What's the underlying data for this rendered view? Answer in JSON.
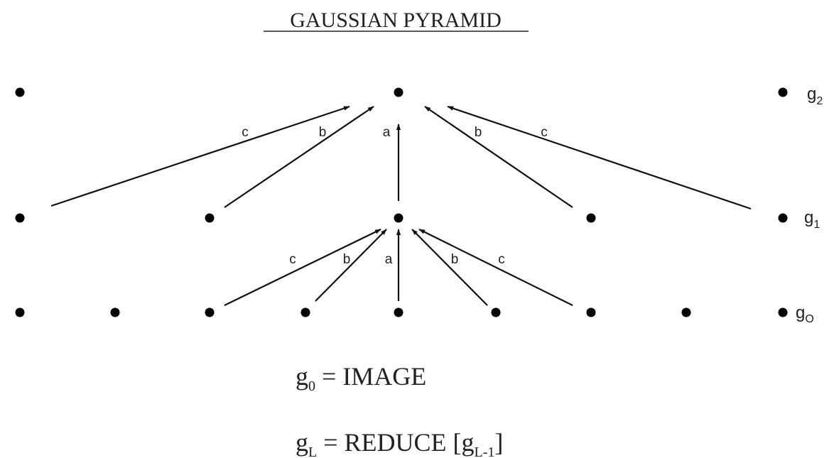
{
  "title": "GAUSSIAN PYRAMID",
  "levels": [
    {
      "name": "g",
      "sub": "2",
      "node_count": 3
    },
    {
      "name": "g",
      "sub": "1",
      "node_count": 5
    },
    {
      "name": "g",
      "sub": "O",
      "node_count": 9
    }
  ],
  "edge_labels": {
    "center": "a",
    "near": "b",
    "far": "c"
  },
  "formulas": [
    {
      "lhs": "g",
      "lhs_sub": "0",
      "rhs": " = IMAGE",
      "rhs_sub": "",
      "rhs_tail": ""
    },
    {
      "lhs": "g",
      "lhs_sub": "L",
      "rhs": " = REDUCE [g",
      "rhs_sub": "L-1",
      "rhs_tail": "]"
    }
  ],
  "colors": {
    "ink": "#111111",
    "background": "#ffffff"
  }
}
